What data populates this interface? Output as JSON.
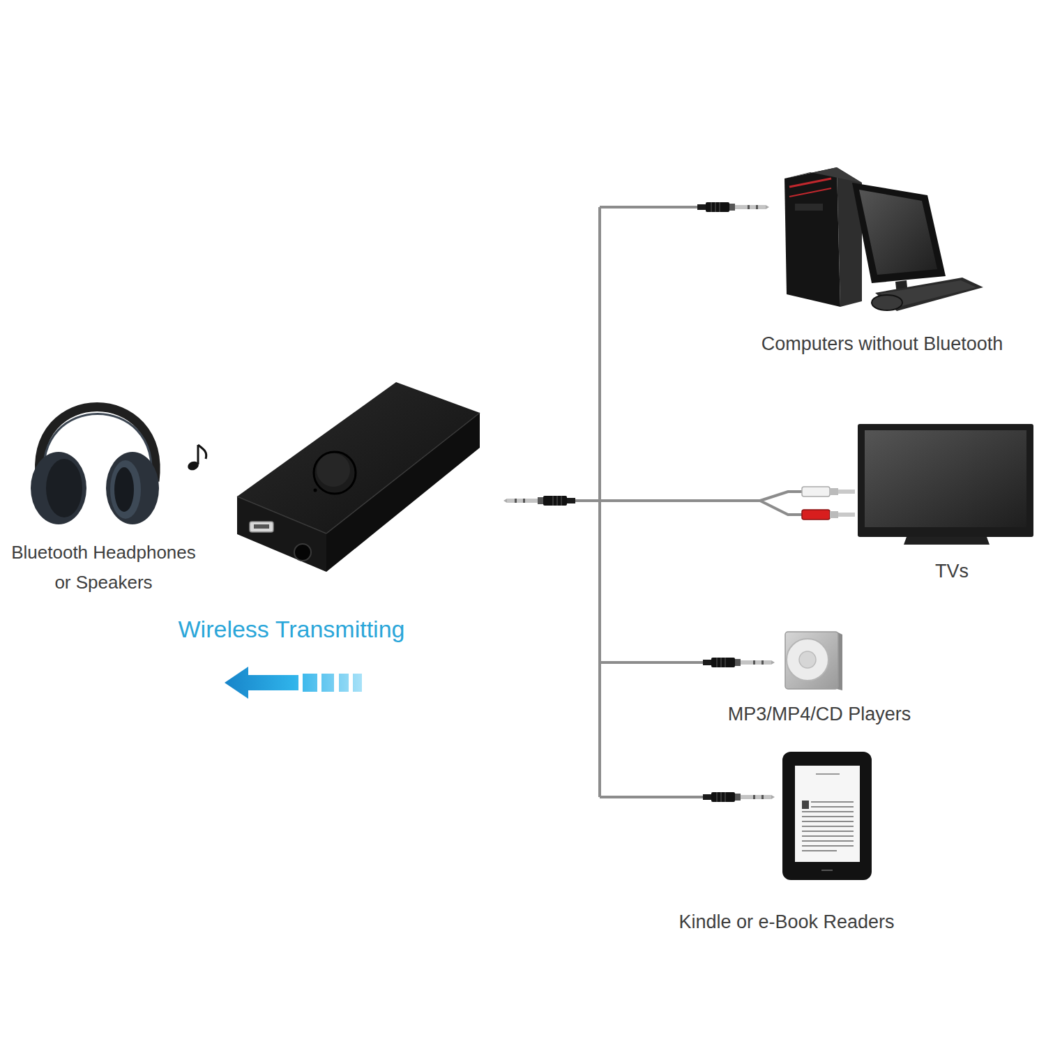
{
  "diagram": {
    "labels": [
      "Bluetooth Headphones or Speakers",
      "Wireless Transmitting",
      "Computers without Bluetooth",
      "TVs",
      "MP3/MP4/CD Players",
      "Kindle or e-Book Readers"
    ]
  }
}
